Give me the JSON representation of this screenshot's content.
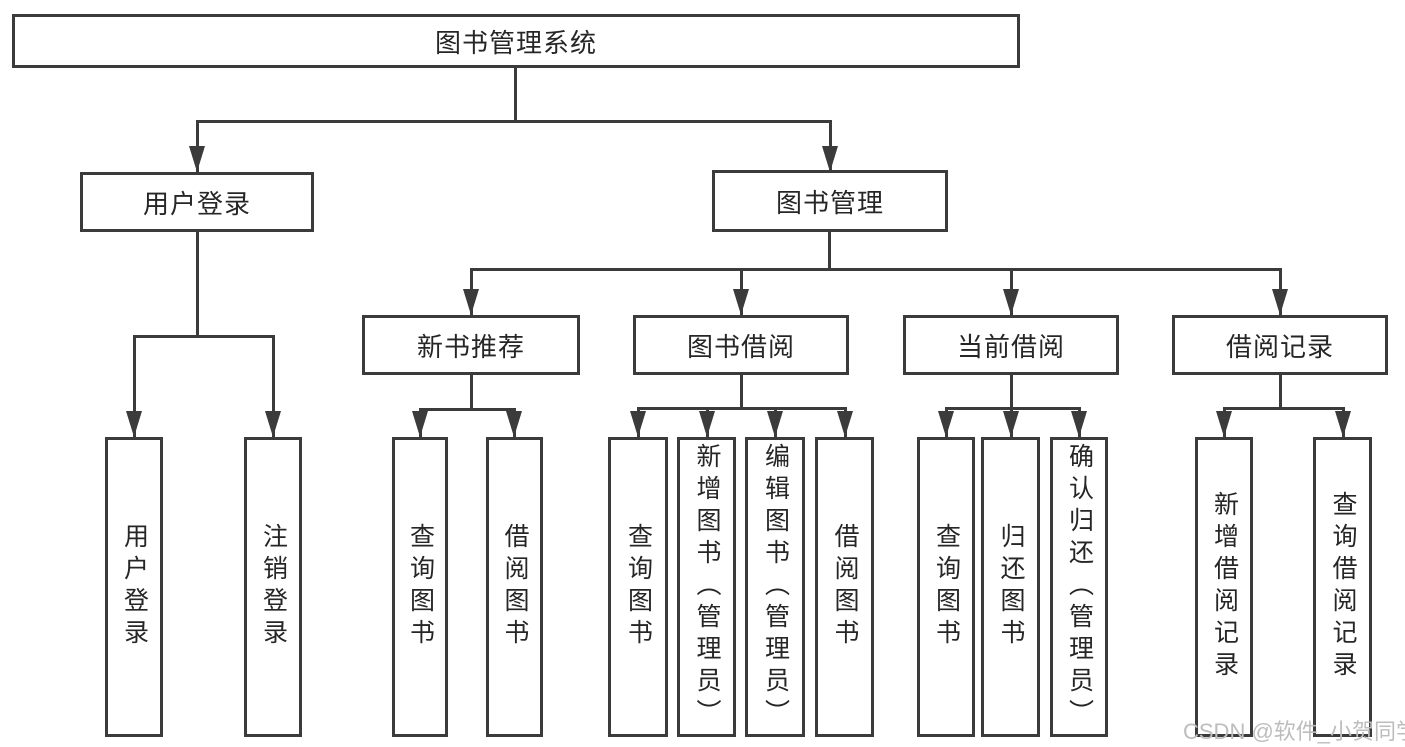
{
  "tree": {
    "label": "图书管理系统",
    "children": [
      {
        "label": "用户登录",
        "children": [
          {
            "label": "用户登录"
          },
          {
            "label": "注销登录"
          }
        ]
      },
      {
        "label": "图书管理",
        "children": [
          {
            "label": "新书推荐",
            "children": [
              {
                "label": "查询图书"
              },
              {
                "label": "借阅图书"
              }
            ]
          },
          {
            "label": "图书借阅",
            "children": [
              {
                "label": "查询图书"
              },
              {
                "label": "新增图书（管理员）"
              },
              {
                "label": "编辑图书（管理员）"
              },
              {
                "label": "借阅图书"
              }
            ]
          },
          {
            "label": "当前借阅",
            "children": [
              {
                "label": "查询图书"
              },
              {
                "label": "归还图书"
              },
              {
                "label": "确认归还（管理员）"
              }
            ]
          },
          {
            "label": "借阅记录",
            "children": [
              {
                "label": "新增借阅记录"
              },
              {
                "label": "查询借阅记录"
              }
            ]
          }
        ]
      }
    ]
  },
  "watermark": {
    "text": "CSDN @软件_小贺同学"
  },
  "colors": {
    "line": "#3b3b3b",
    "box_border": "#3b3b3b",
    "text": "#262626",
    "background": "#ffffff",
    "watermark": "#bdbdbd"
  }
}
